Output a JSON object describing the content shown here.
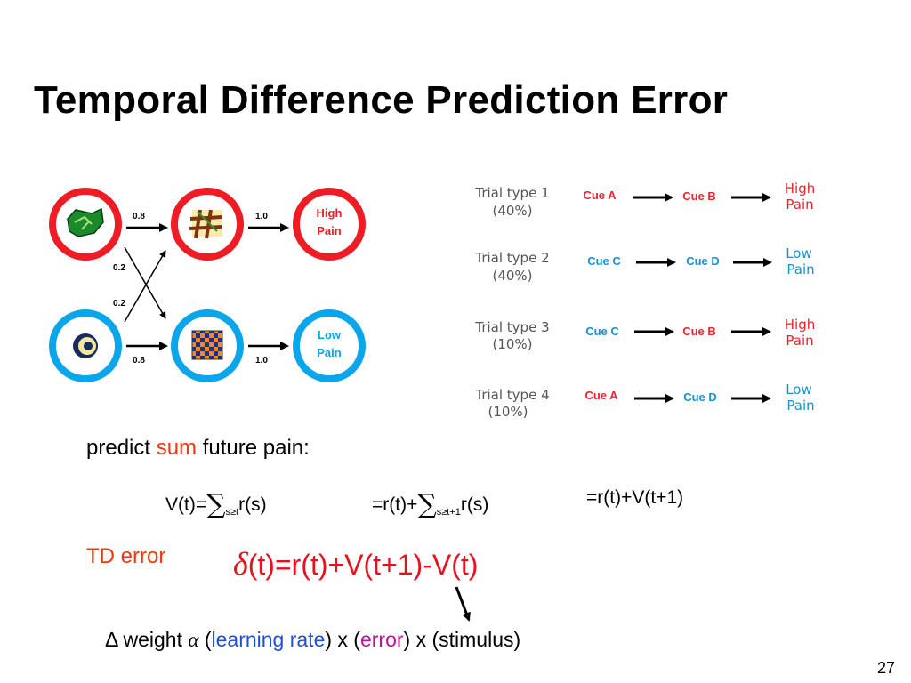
{
  "title": "Temporal Difference Prediction Error",
  "network": {
    "top_left_weight": "0.8",
    "top_right_weight": "1.0",
    "cross_weight_upper": "0.2",
    "cross_weight_lower": "0.2",
    "bottom_left_weight": "0.8",
    "bottom_right_weight": "1.0",
    "high_pain": [
      "High",
      "Pain"
    ],
    "low_pain": [
      "Low",
      "Pain"
    ],
    "colors": {
      "red": "#ee1c25",
      "blue": "#0aa5ea"
    }
  },
  "trials": [
    {
      "name": "Trial type 1",
      "pct": "(40%)",
      "cue1": "Cue A",
      "cue1_color": "#e8262c",
      "cue2": "Cue B",
      "cue2_color": "#e8262c",
      "outcome": [
        "High",
        "Pain"
      ],
      "outcome_color": "#e8262c"
    },
    {
      "name": "Trial type 2",
      "pct": "(40%)",
      "cue1": "Cue C",
      "cue1_color": "#1592d3",
      "cue2": "Cue D",
      "cue2_color": "#1592d3",
      "outcome": [
        "Low",
        "Pain"
      ],
      "outcome_color": "#1592d3"
    },
    {
      "name": "Trial type 3",
      "pct": "(10%)",
      "cue1": "Cue C",
      "cue1_color": "#1592d3",
      "cue2": "Cue B",
      "cue2_color": "#e8262c",
      "outcome": [
        "High",
        "Pain"
      ],
      "outcome_color": "#e8262c"
    },
    {
      "name": "Trial type 4",
      "pct": "(10%)",
      "cue1": "Cue A",
      "cue1_color": "#e8262c",
      "cue2": "Cue D",
      "cue2_color": "#1592d3",
      "outcome": [
        "Low",
        "Pain"
      ],
      "outcome_color": "#1592d3"
    }
  ],
  "predict": {
    "pre": "predict ",
    "highlight": "sum",
    "post": " future pain:"
  },
  "equations": {
    "v_lhs": "V(t)=",
    "sigma": "∑",
    "sub1": "s≥t",
    "rs": "r(s)",
    "eq2_pre": "=r(t)+",
    "sub2": "s≥t+1",
    "eq3": "=r(t)+V(t+1)"
  },
  "td": {
    "label": "TD error",
    "delta": "δ",
    "formula": "(t)=r(t)+V(t+1)-V(t)"
  },
  "update": {
    "p1": "Δ weight ",
    "alpha": "α",
    "p2": " (",
    "lr": "learning rate",
    "p3": ") x (",
    "err": "error",
    "p4": ") x (stimulus)"
  },
  "page_number": "27"
}
